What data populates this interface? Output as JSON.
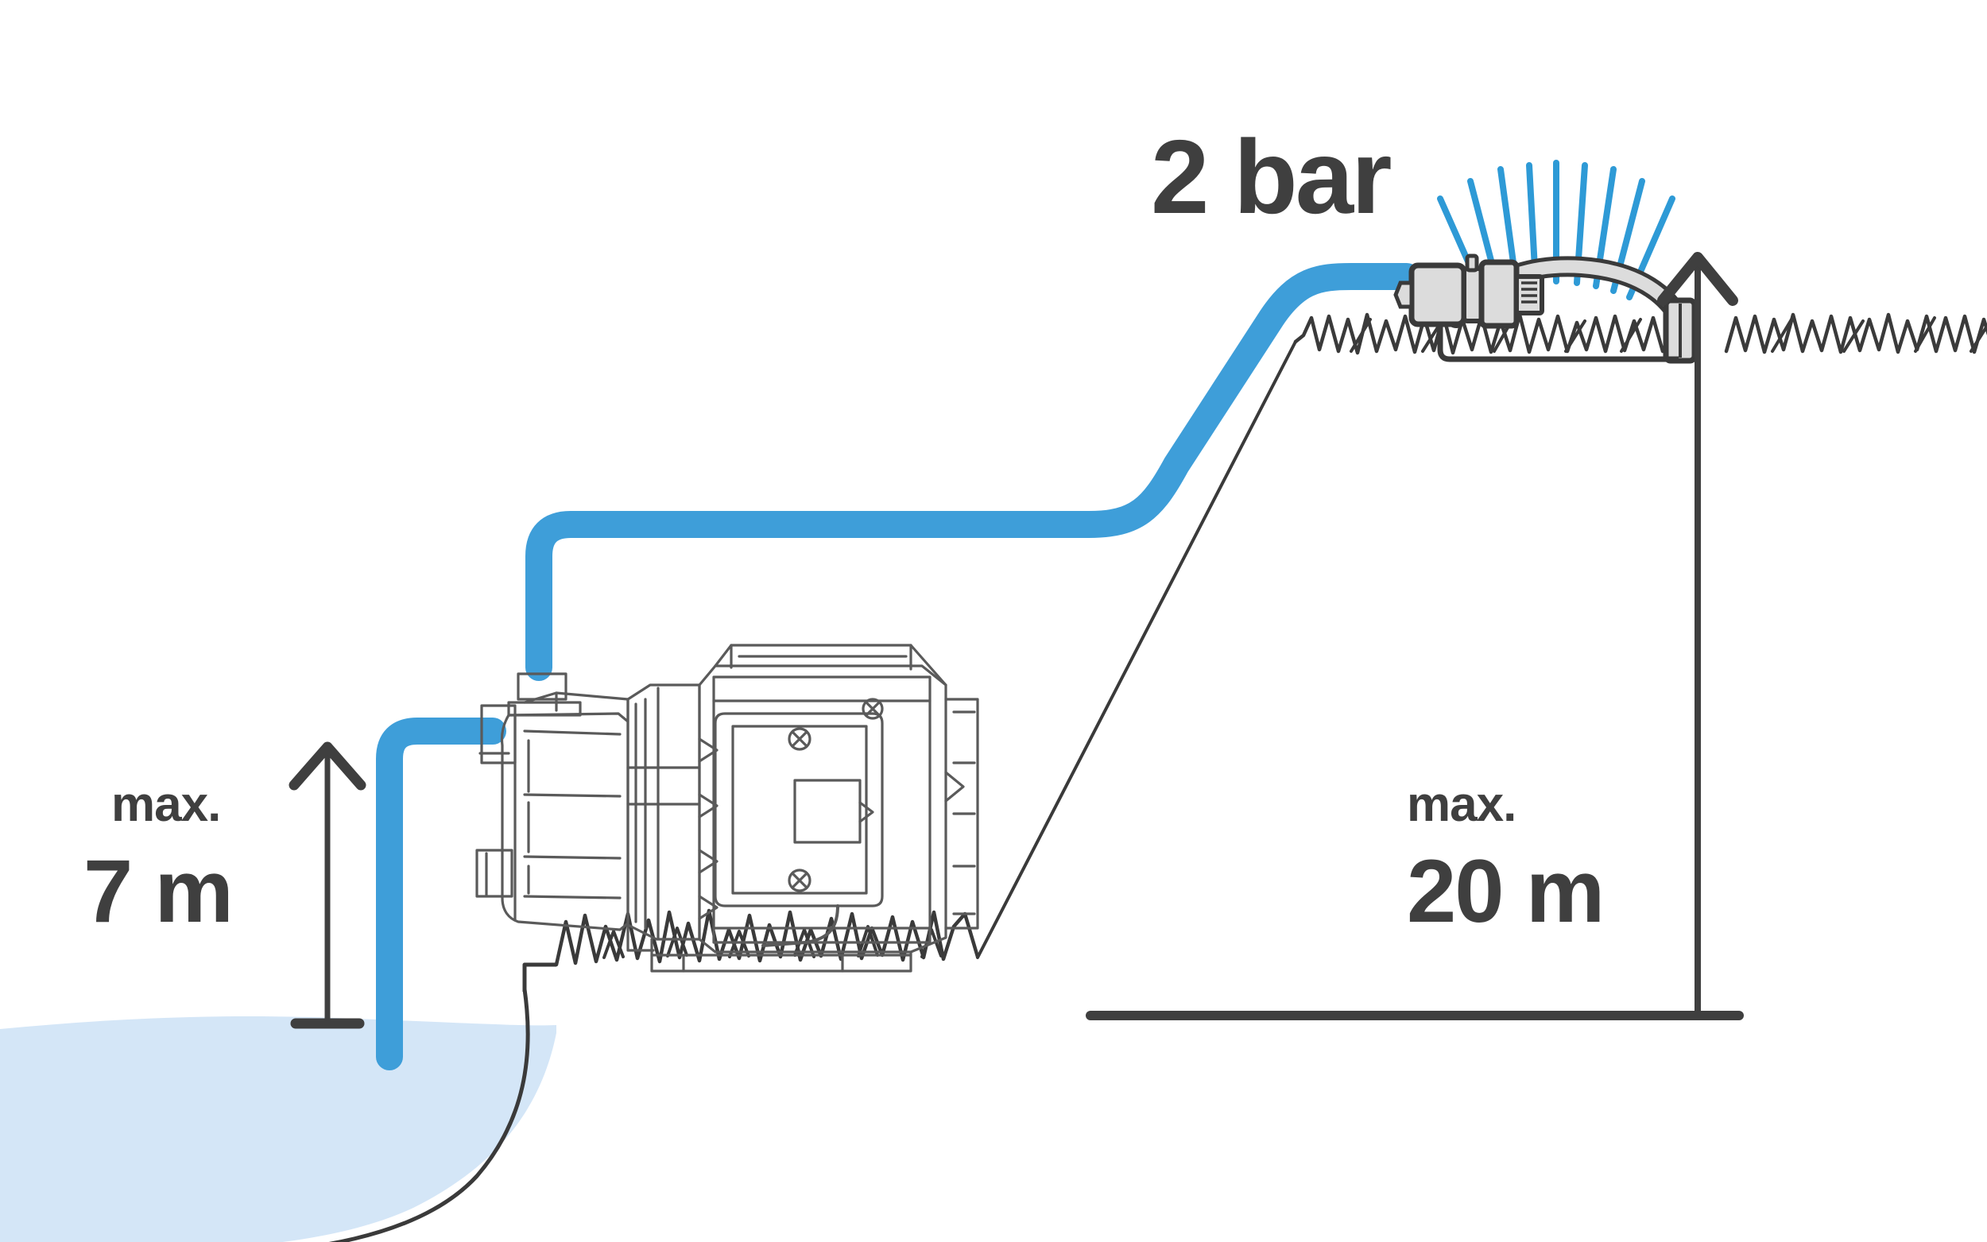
{
  "diagram": {
    "title": "Garden pump suction height and delivery head illustration",
    "background_color": "#ffffff"
  },
  "labels": {
    "suction": {
      "prefix": "max.",
      "value": "7 m",
      "name": "max-suction-height"
    },
    "delivery": {
      "prefix": "max.",
      "value": "20 m",
      "name": "max-delivery-head"
    },
    "pressure": {
      "value": "2 bar",
      "name": "operating-pressure"
    }
  },
  "colors": {
    "hose_blue": "#3e9ed9",
    "spray_blue": "#2e9ad6",
    "water_fill": "#d4e6f7",
    "text_dark": "#3f3f3f",
    "line_dark": "#3a3a3a",
    "outline_gray": "#5a5a5a",
    "pump_light": "#9a9a9a",
    "sprinkler_fill": "#dcdcdc"
  },
  "components": {
    "pump": {
      "name": "garden-pump",
      "description": "Electric jet garden pump, line-art side view"
    },
    "sprinkler": {
      "name": "oscillating-sprinkler",
      "description": "Oscillating lawn sprinkler with hose connector",
      "jet_count": 9
    },
    "suction_hose": {
      "name": "suction-hose",
      "description": "Blue suction hose from water reservoir to pump inlet"
    },
    "delivery_hose": {
      "name": "delivery-hose",
      "description": "Blue delivery hose from pump outlet up the slope to sprinkler"
    },
    "water_body": {
      "name": "water-reservoir",
      "description": "Pond or tank with water surface"
    },
    "lower_ground": {
      "name": "lower-grass-ground",
      "description": "Grass line at the pump level"
    },
    "upper_ground": {
      "name": "upper-grass-terrace",
      "description": "Grass line at the sprinkler level"
    },
    "slope": {
      "name": "embankment-slope",
      "description": "Diagonal slope between the lower and upper ground"
    },
    "suction_arrow": {
      "name": "suction-height-arrow",
      "description": "Vertical double-ended dimension arrow for suction height"
    },
    "delivery_arrow": {
      "name": "delivery-head-arrow",
      "description": "Vertical dimension arrow for delivery head"
    },
    "baseline": {
      "name": "delivery-baseline",
      "description": "Horizontal reference baseline for the delivery head"
    }
  }
}
